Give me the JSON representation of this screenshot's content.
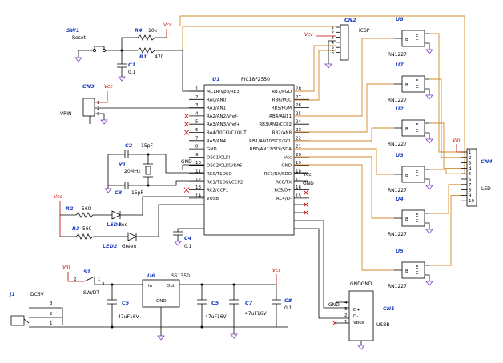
{
  "u1": {
    "ref": "U1",
    "part": "PIC18F2550",
    "left_pins": [
      {
        "num": "1",
        "label": "MCLR/Vpp/RE3"
      },
      {
        "num": "2",
        "label": "RA0/AN0"
      },
      {
        "num": "3",
        "label": "RA1/AN1"
      },
      {
        "num": "4",
        "label": "RA2/AN2/Vref-"
      },
      {
        "num": "5",
        "label": "RA3/AN3/Vref+"
      },
      {
        "num": "6",
        "label": "RA4/T0CKI/C1OUT"
      },
      {
        "num": "7",
        "label": "RA5/AN4"
      },
      {
        "num": "8",
        "label": "GND"
      },
      {
        "num": "9",
        "label": "OSC1/CLKI"
      },
      {
        "num": "10",
        "label": "OSC2/CLKO/RA6"
      },
      {
        "num": "11",
        "label": "RC0/T1OSO"
      },
      {
        "num": "12",
        "label": "RC1/T1OSI/CCP2"
      },
      {
        "num": "13",
        "label": "RC2/CCP1"
      },
      {
        "num": "14",
        "label": "VUSB"
      }
    ],
    "right_pins": [
      {
        "num": "28",
        "label": "RB7/PGD"
      },
      {
        "num": "27",
        "label": "RB6/PGC"
      },
      {
        "num": "26",
        "label": "RB5/PGM"
      },
      {
        "num": "25",
        "label": "RB4/AN11"
      },
      {
        "num": "24",
        "label": "RB3/AN9/CCP2"
      },
      {
        "num": "23",
        "label": "RB2/AN8"
      },
      {
        "num": "22",
        "label": "RB1/AN10/SCK/SCL"
      },
      {
        "num": "21",
        "label": "RB0/AN12/SDI/SDA"
      },
      {
        "num": "20",
        "label": "Vcc"
      },
      {
        "num": "19",
        "label": "GND"
      },
      {
        "num": "18",
        "label": "RC7/RX/SDO"
      },
      {
        "num": "17",
        "label": "RC6/TX"
      },
      {
        "num": "16",
        "label": "RC5/D+"
      },
      {
        "num": "15",
        "label": "RC4/D-"
      }
    ]
  },
  "sw1": {
    "ref": "SW1",
    "name": "Reset"
  },
  "r4": {
    "ref": "R4",
    "value": "10k"
  },
  "r1": {
    "ref": "R1",
    "value": "470"
  },
  "c1": {
    "ref": "C1",
    "value": "0.1"
  },
  "cn3": {
    "ref": "CN3",
    "name": "VRIN",
    "pins": [
      "1",
      "2",
      "3"
    ]
  },
  "cn2": {
    "ref": "CN2",
    "name": "ICSP",
    "pins": [
      "1",
      "2",
      "3",
      "4",
      "5",
      "6"
    ]
  },
  "cn4": {
    "ref": "CN4",
    "name": "LED",
    "pins": [
      "1",
      "2",
      "3",
      "4",
      "5",
      "6",
      "7",
      "8",
      "9",
      "10"
    ]
  },
  "cn1": {
    "ref": "CN1",
    "name": "USBB",
    "top_label": "GNDGND",
    "pins": [
      "D+",
      "D-",
      "Vbus"
    ],
    "nums": [
      "4",
      "3",
      "2",
      "1"
    ],
    "gnd_label": "GND"
  },
  "c2": {
    "ref": "C2",
    "value": "15pF"
  },
  "c3": {
    "ref": "C3",
    "value": "15pF"
  },
  "y1": {
    "ref": "Y1",
    "value": "20MHz"
  },
  "r2": {
    "ref": "R2",
    "value": "560"
  },
  "r3": {
    "ref": "R3",
    "value": "560"
  },
  "led1": {
    "ref": "LED1",
    "color": "Red"
  },
  "led2": {
    "ref": "LED2",
    "color": "Green"
  },
  "c4": {
    "ref": "C4",
    "value": "0.1"
  },
  "j1": {
    "ref": "J1",
    "name": "DC6V",
    "pins": [
      "3",
      "2",
      "1"
    ]
  },
  "s1": {
    "ref": "S1",
    "name": "SW/DT",
    "pins": [
      "2",
      "1",
      "3"
    ]
  },
  "u6": {
    "ref": "U6",
    "part": "SS1350",
    "in": "In",
    "out": "Out",
    "gnd": "GND"
  },
  "c5a": {
    "ref": "C5",
    "value": "47uF16V"
  },
  "c5b": {
    "ref": "C5",
    "value": "47uF16V"
  },
  "c7": {
    "ref": "C7",
    "value": "47uF16V"
  },
  "c8": {
    "ref": "C8",
    "value": "0.1"
  },
  "relays": [
    {
      "ref": "U8",
      "part": "RN1227"
    },
    {
      "ref": "U7",
      "part": "RN1227"
    },
    {
      "ref": "U2",
      "part": "RN1227"
    },
    {
      "ref": "U3",
      "part": "RN1227"
    },
    {
      "ref": "U4",
      "part": "RN1227"
    },
    {
      "ref": "U5",
      "part": "RN1227"
    }
  ],
  "relay_pins": {
    "b": "B",
    "e": "E",
    "c": "C"
  },
  "power": {
    "vcc": "Vcc",
    "vin": "Vin",
    "gnd": "GND"
  },
  "colors": {
    "wire": "#000000",
    "bus": "#d08a2a",
    "power": "#c00000",
    "ground": "#7a3fbf",
    "ref": "#1f3fbf"
  }
}
